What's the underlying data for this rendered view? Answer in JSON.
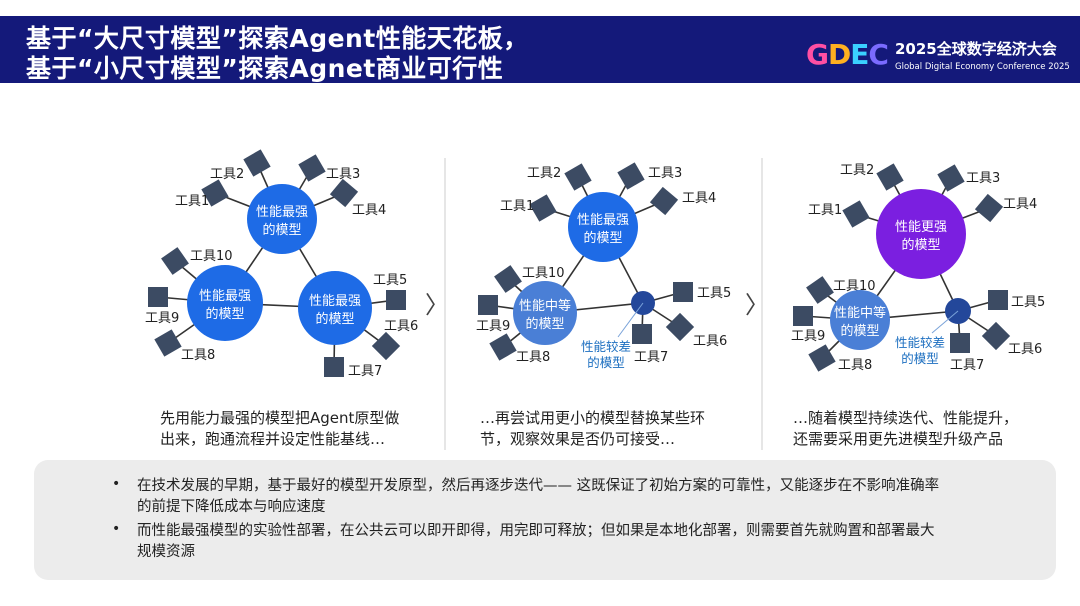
{
  "header": {
    "title_line1": "基于“大尺寸模型”探索Agent性能天花板，",
    "title_line2": "基于“小尺寸模型”探索Agnet商业可行性",
    "logo_text": "GDEC",
    "conference_cn": "2025全球数字经济大会",
    "conference_en": "Global Digital Economy Conference 2025",
    "bg_color": "#14197a"
  },
  "panels": [
    {
      "nodes": [
        {
          "label": [
            "性能最强",
            "的模型"
          ],
          "color": "#1e6be6"
        },
        {
          "label": [
            "性能最强",
            "的模型"
          ],
          "color": "#1e6be6"
        },
        {
          "label": [
            "性能最强",
            "的模型"
          ],
          "color": "#1e6be6"
        }
      ],
      "tools": [
        "工具1",
        "工具2",
        "工具3",
        "工具4",
        "工具5",
        "工具6",
        "工具7",
        "工具8",
        "工具9",
        "工具10"
      ],
      "caption": [
        "先用能力最强的模型把Agent原型做",
        "出来，跑通流程并设定性能基线…"
      ]
    },
    {
      "nodes": [
        {
          "label": [
            "性能最强",
            "的模型"
          ],
          "color": "#1e6be6"
        },
        {
          "label": [
            "性能中等",
            "的模型"
          ],
          "color": "#4a7fd6"
        },
        {
          "label": [
            "性能较差",
            "的模型"
          ],
          "color": "#23479a"
        }
      ],
      "tools": [
        "工具1",
        "工具2",
        "工具3",
        "工具4",
        "工具5",
        "工具6",
        "工具7",
        "工具8",
        "工具9",
        "工具10"
      ],
      "caption": [
        "…再尝试用更小的模型替换某些环",
        "节，观察效果是否仍可接受…"
      ]
    },
    {
      "nodes": [
        {
          "label": [
            "性能更强",
            "的模型"
          ],
          "color": "#7b1fe0"
        },
        {
          "label": [
            "性能中等",
            "的模型"
          ],
          "color": "#4a7fd6"
        },
        {
          "label": [
            "性能较差",
            "的模型"
          ],
          "color": "#23479a"
        }
      ],
      "tools": [
        "工具1",
        "工具2",
        "工具3",
        "工具4",
        "工具5",
        "工具6",
        "工具7",
        "工具8",
        "工具9",
        "工具10"
      ],
      "caption": [
        "…随着模型持续迭代、性能提升，",
        "还需要采用更先进模型升级产品"
      ]
    }
  ],
  "arrow_glyph": "〉",
  "bullets": [
    {
      "mark": "•",
      "lines": [
        "在技术发展的早期，基于最好的模型开发原型，然后再逐步迭代—— 这既保证了初始方案的可靠性，又能逐步在不影响准确率",
        "的前提下降低成本与响应速度"
      ]
    },
    {
      "mark": "•",
      "lines": [
        "而性能最强模型的实验性部署，在公共云可以即开即得，用完即可释放；但如果是本地化部署，则需要首先就购置和部署最大",
        "规模资源"
      ]
    }
  ],
  "colors": {
    "tool_box": "#3c4b63",
    "edge": "#333333",
    "small_label": "#1d6fc0",
    "divider": "#cccccc",
    "panel_bg": "#ececec"
  }
}
